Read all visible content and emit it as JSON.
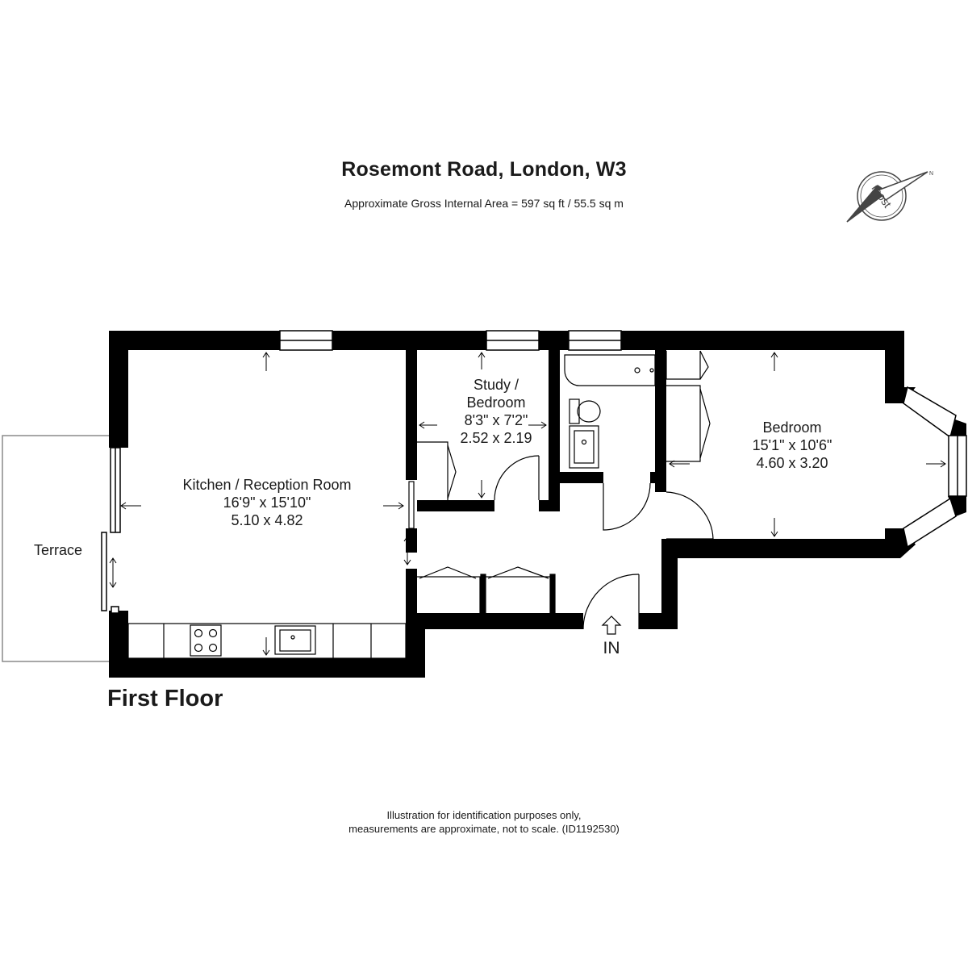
{
  "header": {
    "title": "Rosemont Road, London, W3",
    "area": "Approximate Gross Internal Area = 597 sq ft / 55.5 sq m"
  },
  "compass": {
    "brand": "roost",
    "north_mark": "N"
  },
  "floor": {
    "label": "First Floor",
    "entrance_label": "IN"
  },
  "rooms": {
    "kitchen": {
      "name": "Kitchen / Reception Room",
      "imperial": "16'9\" x 15'10\"",
      "metric": "5.10 x 4.82"
    },
    "study": {
      "name_line1": "Study /",
      "name_line2": "Bedroom",
      "imperial": "8'3\" x 7'2\"",
      "metric": "2.52 x 2.19"
    },
    "bedroom": {
      "name": "Bedroom",
      "imperial": "15'1\" x 10'6\"",
      "metric": "4.60 x 3.20"
    },
    "terrace": {
      "name": "Terrace"
    }
  },
  "footer": {
    "line1": "Illustration for identification purposes only,",
    "line2": "measurements are approximate, not to scale. (ID1192530)"
  },
  "colors": {
    "wall": "#000000",
    "text": "#1a1a1a",
    "fixture": "#555555"
  }
}
